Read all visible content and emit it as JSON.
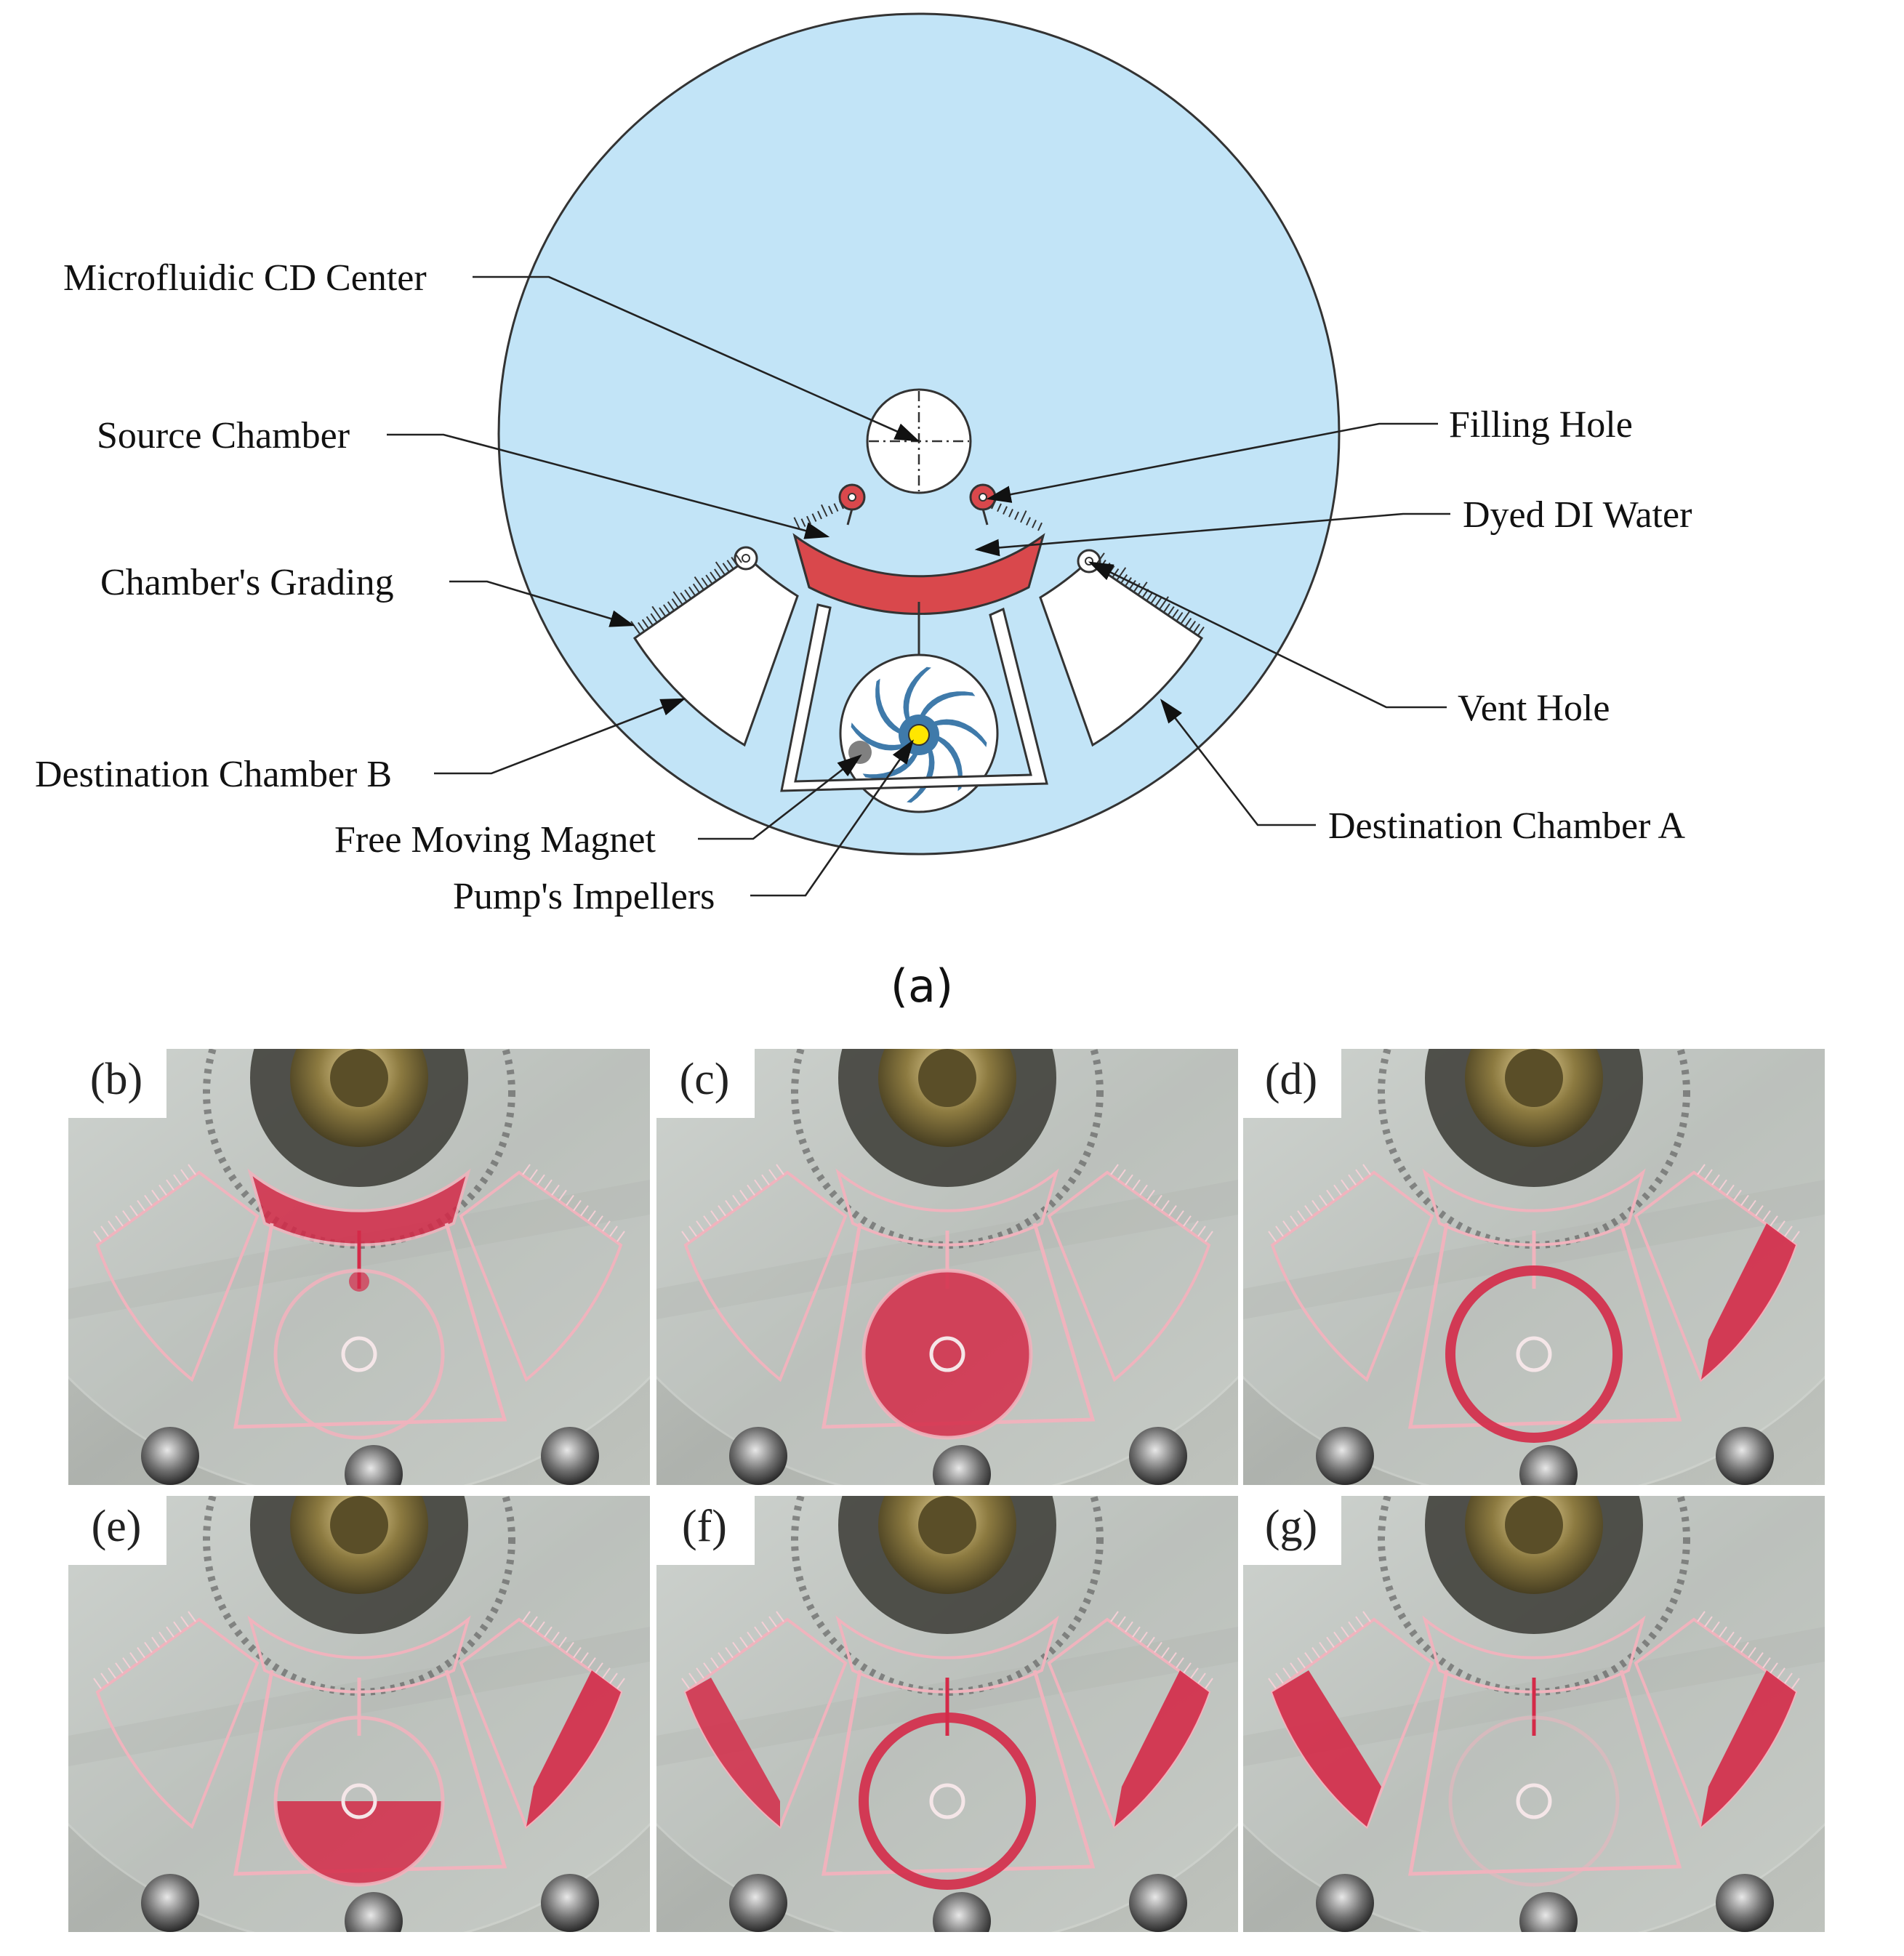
{
  "diagram": {
    "caption": "(a)",
    "labels": {
      "cd_center": "Microfluidic CD Center",
      "source_chamber": "Source Chamber",
      "grading": "Chamber's Grading",
      "dest_b": "Destination Chamber B",
      "magnet": "Free Moving Magnet",
      "impellers": "Pump's Impellers",
      "filling_hole": "Filling Hole",
      "dyed_water": "Dyed DI Water",
      "vent_hole": "Vent Hole",
      "dest_a": "Destination Chamber A"
    },
    "colors": {
      "disc": "#c2e4f7",
      "dye": "#d9484c",
      "impeller": "#3f7aaa",
      "hub": "#ffe600",
      "magnet": "#808080"
    }
  },
  "photos": [
    {
      "label": "(b)",
      "source": "full",
      "center": "lowfill",
      "right": "none",
      "left": "none"
    },
    {
      "label": "(c)",
      "source": "none",
      "center": "full",
      "right": "none",
      "left": "none"
    },
    {
      "label": "(d)",
      "source": "none",
      "center": "ring",
      "right": "full",
      "left": "none"
    },
    {
      "label": "(e)",
      "source": "none",
      "center": "halffill",
      "right": "full",
      "left": "none"
    },
    {
      "label": "(f)",
      "source": "none",
      "center": "ring",
      "right": "full",
      "left": "partial"
    },
    {
      "label": "(g)",
      "source": "none",
      "center": "faint",
      "right": "full",
      "left": "full"
    }
  ]
}
